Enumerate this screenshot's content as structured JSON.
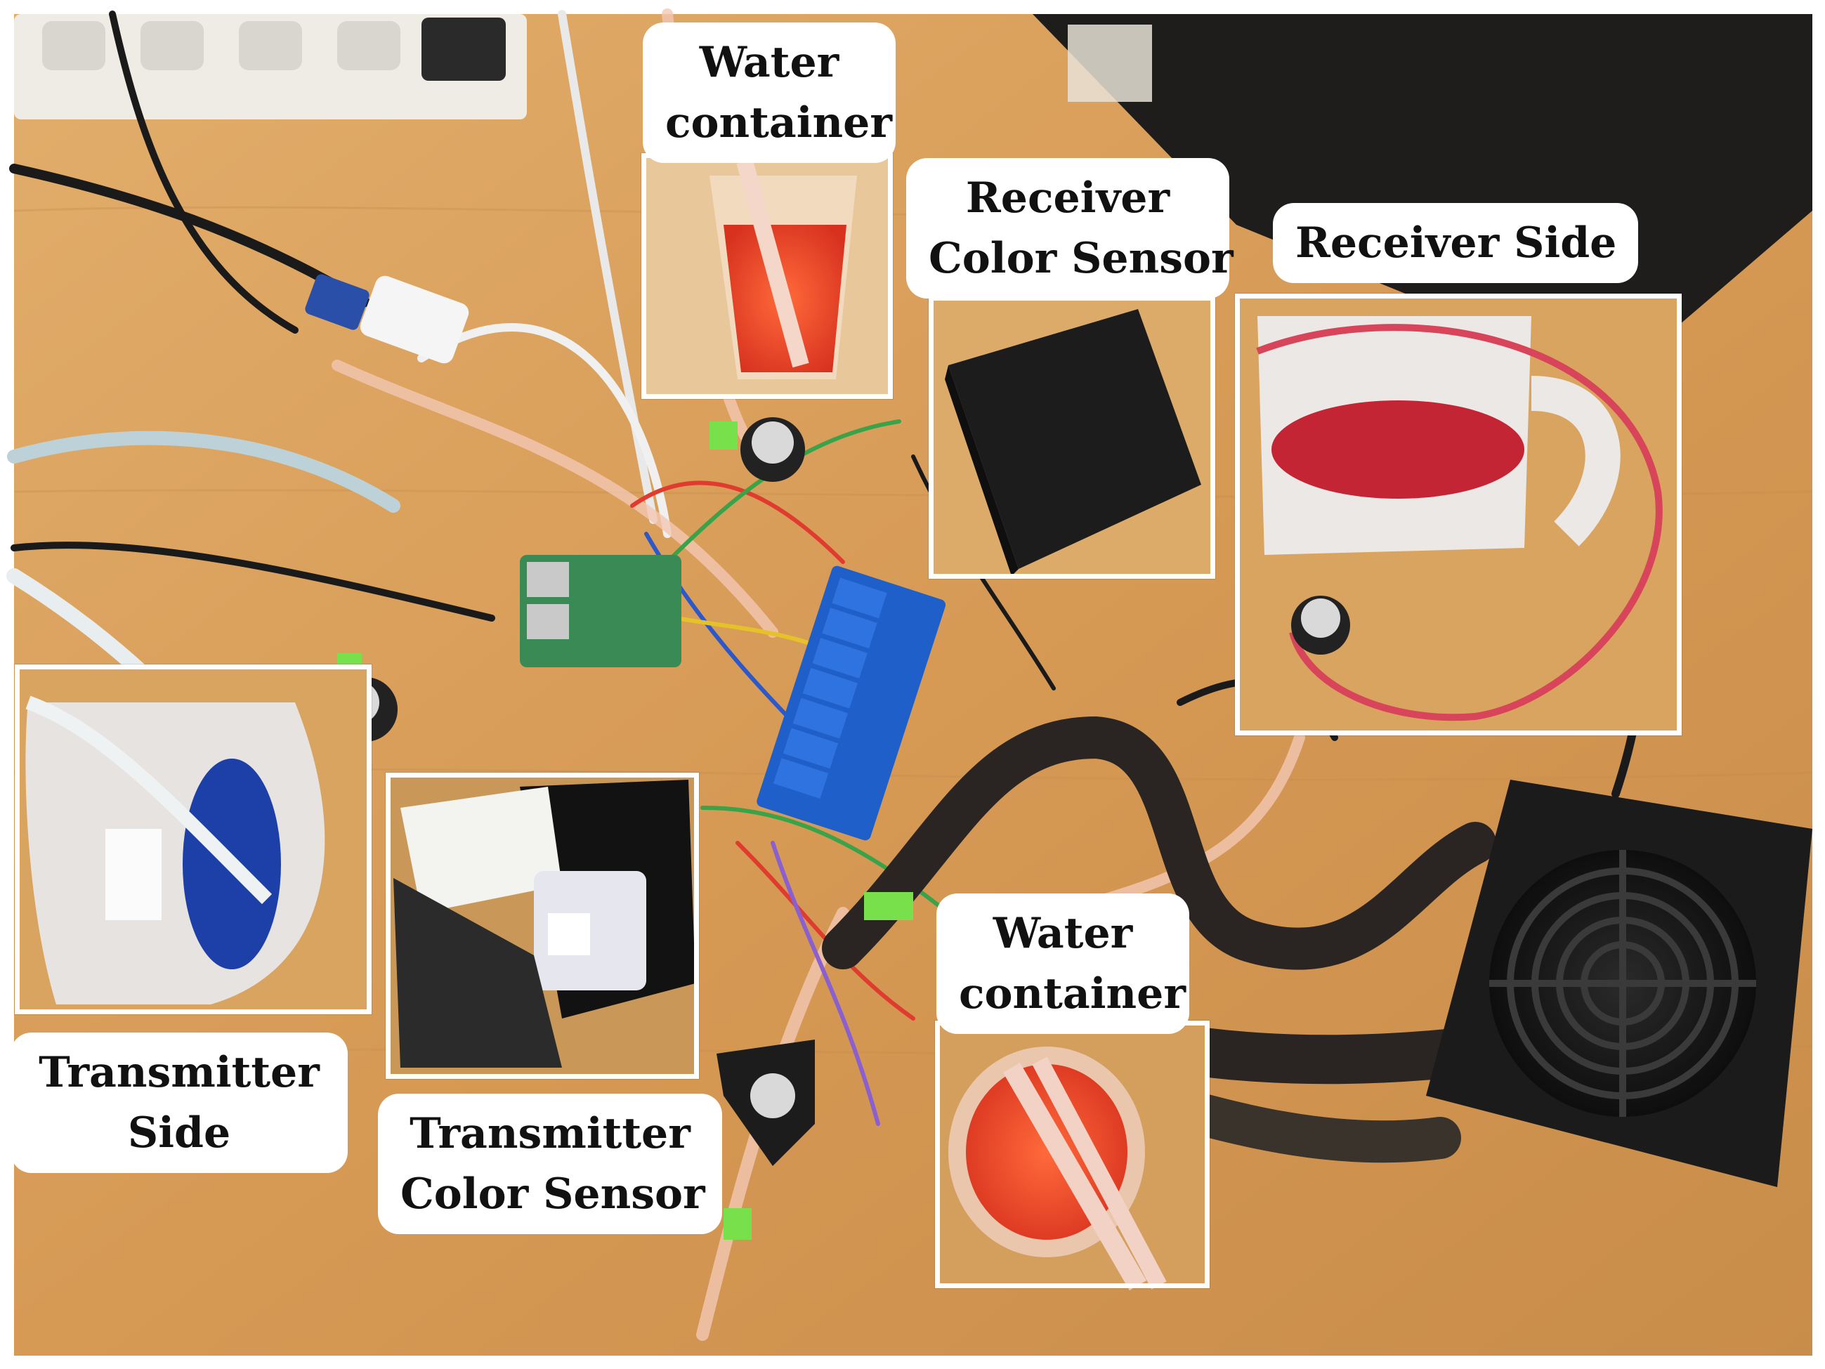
{
  "labels": {
    "water_container_top": [
      "Water",
      "container"
    ],
    "receiver_color_sensor": [
      "Receiver",
      "Color Sensor"
    ],
    "receiver_side": [
      "Receiver Side"
    ],
    "transmitter_side": [
      "Transmitter",
      "Side"
    ],
    "transmitter_color_sensor": [
      "Transmitter",
      "Color Sensor"
    ],
    "water_container_bottom": [
      "Water",
      "container"
    ]
  },
  "colors": {
    "desk": "#d9a25e",
    "frame": "#ffffff",
    "label_bg": "#ffffff",
    "label_text": "#111111",
    "red_liquid": "#e0352b",
    "blue_liquid": "#1d3fa8",
    "relay_blue": "#1f5fc9",
    "psu_black": "#1b1b1b"
  }
}
